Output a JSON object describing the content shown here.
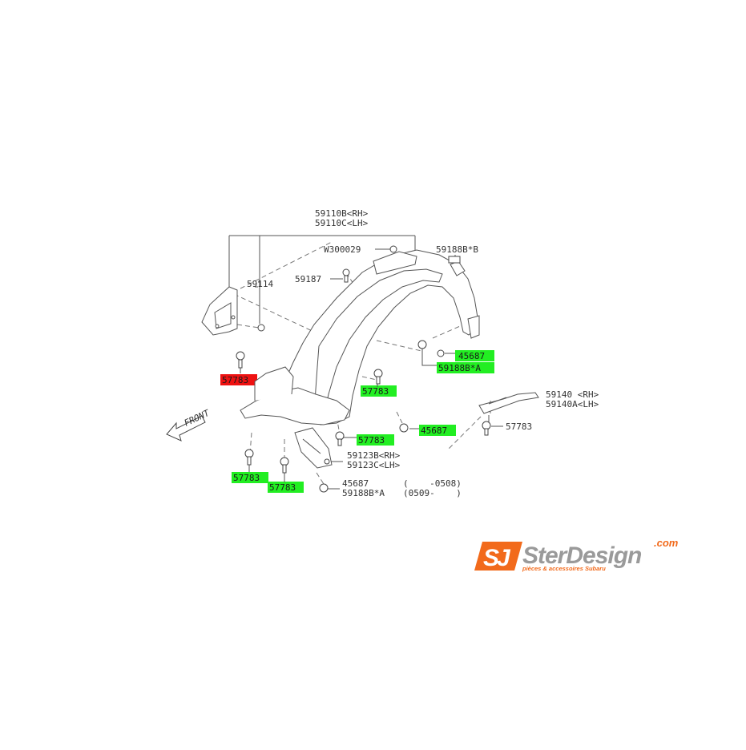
{
  "diagram": {
    "labels": {
      "main_part_rh": "59110B<RH>",
      "main_part_lh": "59110C<LH>",
      "w300029": "W300029",
      "clip_59188b_b": "59188B*B",
      "bracket_59114": "59114",
      "clip_59187": "59187",
      "bolt_57783_red": "57783",
      "nut_45687_top": "45687",
      "clip_59188b_a_top": "59188B*A",
      "bolt_57783_mid": "57783",
      "bolt_57783_center": "57783",
      "nut_45687_mid": "45687",
      "bolt_57783_left": "57783",
      "bolt_57783_low": "57783",
      "seal_rh": "59140 <RH>",
      "seal_lh": "59140A<LH>",
      "bolt_57783_seal": "57783",
      "cover_rh": "59123B<RH>",
      "cover_lh": "59123C<LH>",
      "nut_45687_bottom": "45687",
      "range_1": "(    -0508)",
      "clip_59188b_a_bottom": "59188B*A",
      "range_2": "(0509-    )",
      "front": "FRONT"
    },
    "colors": {
      "highlight_available": "#22ee22",
      "highlight_unavailable": "#ee1111",
      "line": "#555555"
    }
  },
  "logo": {
    "mark": "SJ",
    "name": "SterDesign",
    "domain": ".com",
    "tagline": "pièces & accessoires Subaru",
    "colors": {
      "orange": "#f26a1b",
      "gray": "#9a9a9a"
    }
  }
}
